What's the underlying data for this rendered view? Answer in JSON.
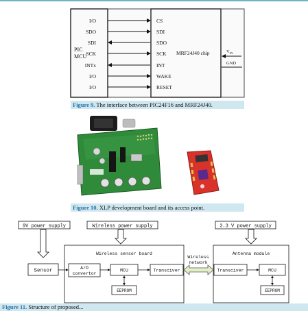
{
  "figure9": {
    "mcu_label_line1": "PIC",
    "mcu_label_line2": "MCU",
    "left_pins": [
      "I/O",
      "SDO",
      "SDI",
      "SCK",
      "INTx",
      "I/O",
      "I/O"
    ],
    "right_pins": [
      "CS",
      "SDI",
      "SDO",
      "SCK",
      "INT",
      "WAKE",
      "RESET"
    ],
    "chip_label": "MRF24J40 chip",
    "vin_label": "V",
    "vin_sub": "IN",
    "gnd_label": "GND",
    "caption_label": "Figure 9.",
    "caption_text": " The interface between PIC24F16 and MRF24J40."
  },
  "figure10": {
    "caption_label": "Figure 10.",
    "caption_text": " XLP development board and its access point."
  },
  "figure11": {
    "power_9v": "9V power supply",
    "power_wireless": "Wireless power supply",
    "power_33v": "3.3 V power supply",
    "sensor_board_title": "Wireless sensor board",
    "antenna_title": "Antenna module",
    "sensor": "Sensor",
    "adc_line1": "A/D",
    "adc_line2": "convertor",
    "mcu": "MCU",
    "transceiver_left": "Transciver",
    "transceiver_right": "Transciver",
    "eeprom_left": "EEPROM",
    "eeprom_right": "EEPROM",
    "network_line1": "Wireless",
    "network_line2": "network",
    "mcu_right": "MCU",
    "caption_label": "Figure 11.",
    "caption_text": " Structure of proposed..."
  },
  "colors": {
    "caption_bg": "#cfe7ef",
    "caption_label": "#2b74a8",
    "board_green": "#2f8a3a",
    "module_red": "#d8322b"
  }
}
